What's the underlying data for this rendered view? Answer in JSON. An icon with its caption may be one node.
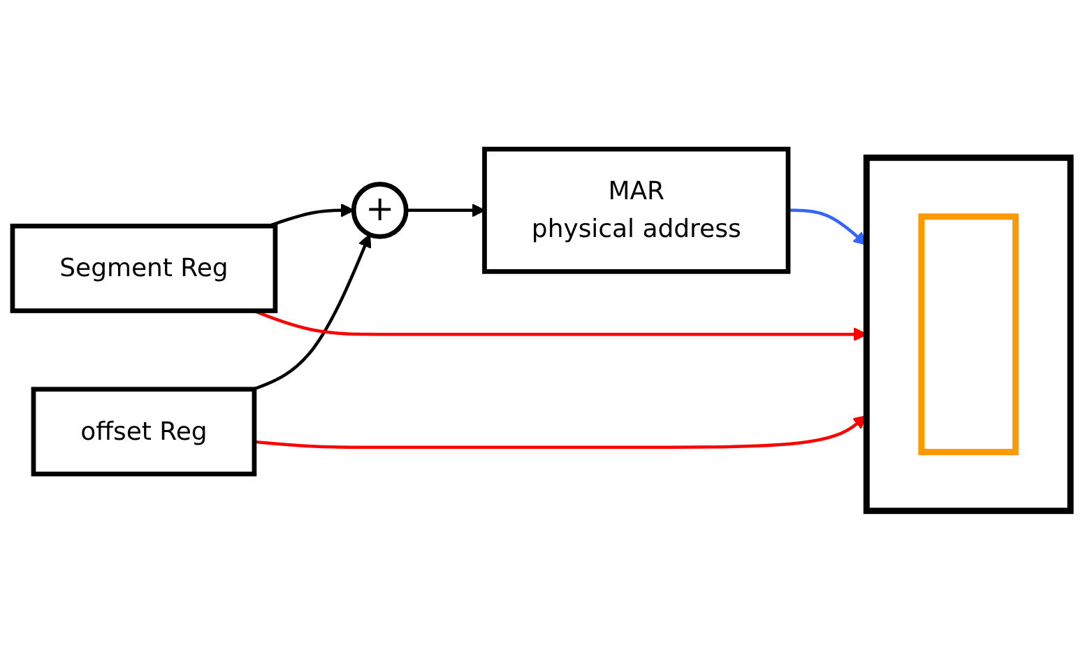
{
  "diagram": {
    "nodes": [
      {
        "text": [
          "Segment Reg"
        ]
      },
      {
        "text": [
          "offset Reg"
        ]
      },
      {
        "text": [
          "+"
        ]
      },
      {
        "text": [
          "MAR",
          "physical address"
        ]
      },
      {
        "text": [],
        "shape": "box"
      },
      {
        "text": [],
        "shape": "box",
        "in": 4
      }
    ],
    "edges": [
      {
        "from": 1,
        "to": 2,
        "arrow": "to"
      },
      {
        "from": 0,
        "to": 2,
        "arrow": "to"
      },
      {
        "from": 2,
        "to": 3,
        "arrow": "to"
      },
      {
        "from": 0,
        "to": 4,
        "arrow": "to",
        "color": "#ff0000"
      },
      {
        "from": 1,
        "to": 4,
        "arrow": "to",
        "color": "#ff0000"
      },
      {
        "from": 3,
        "to": 4,
        "arrow": "to",
        "color": "#3366ff"
      }
    ]
  }
}
